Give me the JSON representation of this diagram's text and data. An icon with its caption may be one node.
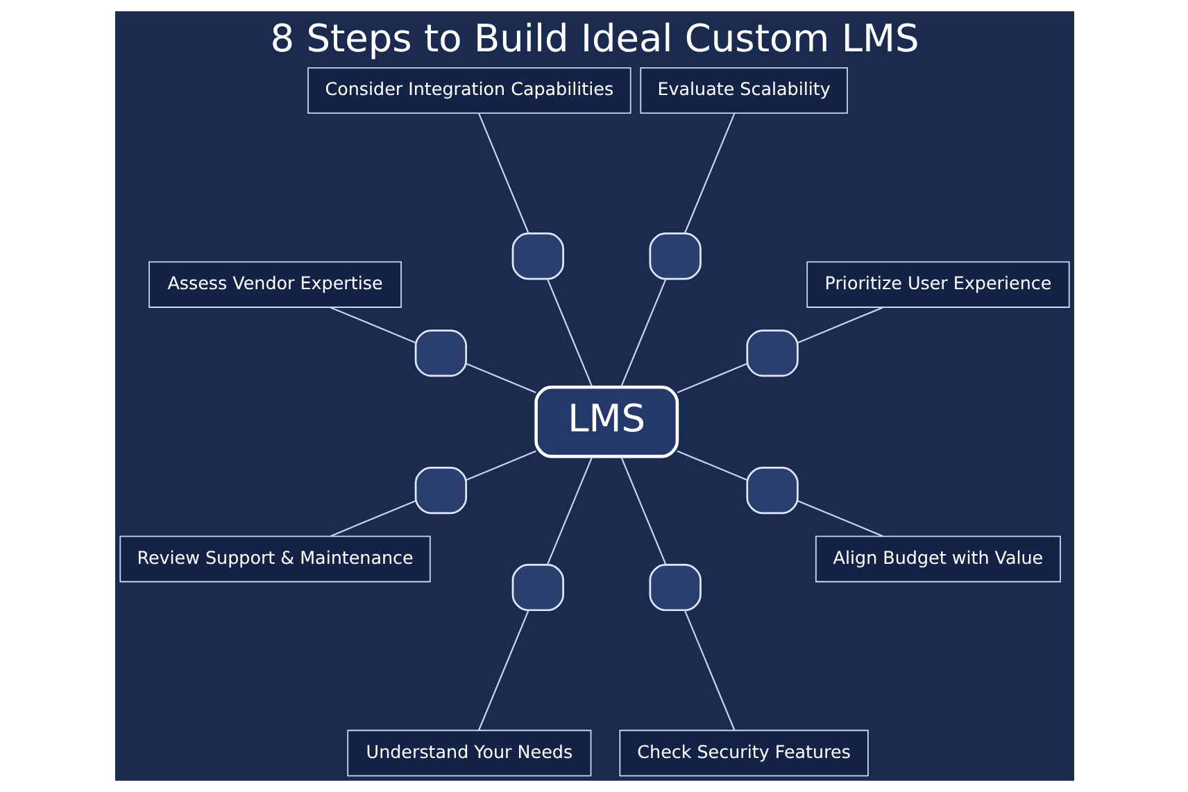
{
  "diagram": {
    "title": "8 Steps to Build Ideal Custom LMS",
    "nodes": [
      {
        "text": [
          "LMS"
        ]
      },
      {
        "text": [],
        "shape": "box"
      },
      {
        "text": [],
        "shape": "box"
      },
      {
        "text": [],
        "shape": "box"
      },
      {
        "text": [],
        "shape": "box"
      },
      {
        "text": [],
        "shape": "box"
      },
      {
        "text": [],
        "shape": "box"
      },
      {
        "text": [],
        "shape": "box"
      },
      {
        "text": [],
        "shape": "box"
      },
      {
        "text": [
          "Prioritize User Experience"
        ]
      },
      {
        "text": [
          "Evaluate Scalability"
        ]
      },
      {
        "text": [
          "Consider Integration Capabilities"
        ]
      },
      {
        "text": [
          "Assess Vendor Expertise"
        ]
      },
      {
        "text": [
          "Review Support & Maintenance"
        ]
      },
      {
        "text": [
          "Understand Your Needs"
        ]
      },
      {
        "text": [
          "Check Security Features"
        ]
      },
      {
        "text": [
          "Align Budget with Value"
        ]
      }
    ],
    "edges": [
      {
        "from": 1,
        "to": 0,
        "arrow": "none"
      },
      {
        "from": 2,
        "to": 0,
        "arrow": "none"
      },
      {
        "from": 3,
        "to": 0,
        "arrow": "none"
      },
      {
        "from": 4,
        "to": 0,
        "arrow": "none"
      },
      {
        "from": 5,
        "to": 0,
        "arrow": "none"
      },
      {
        "from": 6,
        "to": 0,
        "arrow": "none"
      },
      {
        "from": 7,
        "to": 0,
        "arrow": "none"
      },
      {
        "from": 8,
        "to": 0,
        "arrow": "none"
      },
      {
        "from": 9,
        "to": 1,
        "arrow": "none"
      },
      {
        "from": 10,
        "to": 2,
        "arrow": "none"
      },
      {
        "from": 11,
        "to": 3,
        "arrow": "none"
      },
      {
        "from": 12,
        "to": 4,
        "arrow": "none"
      },
      {
        "from": 13,
        "to": 5,
        "arrow": "none"
      },
      {
        "from": 14,
        "to": 6,
        "arrow": "none"
      },
      {
        "from": 15,
        "to": 7,
        "arrow": "none"
      },
      {
        "from": 16,
        "to": 8,
        "arrow": "none"
      }
    ]
  }
}
